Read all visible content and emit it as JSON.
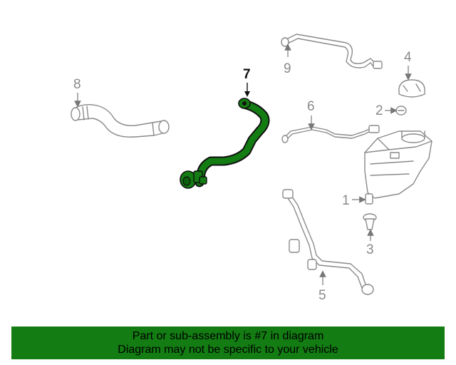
{
  "diagram": {
    "callouts": {
      "c1": "1",
      "c2": "2",
      "c3": "3",
      "c4": "4",
      "c5": "5",
      "c6": "6",
      "c7": "7",
      "c8": "8",
      "c9": "9"
    },
    "highlighted_part": "7",
    "highlight_color": "#137c13",
    "outline_color": "#8a8a8a"
  },
  "banner": {
    "line1": "Part or sub-assembly is #7 in diagram",
    "line2": "Diagram may not be specific to your vehicle",
    "background_color": "#137c13"
  }
}
